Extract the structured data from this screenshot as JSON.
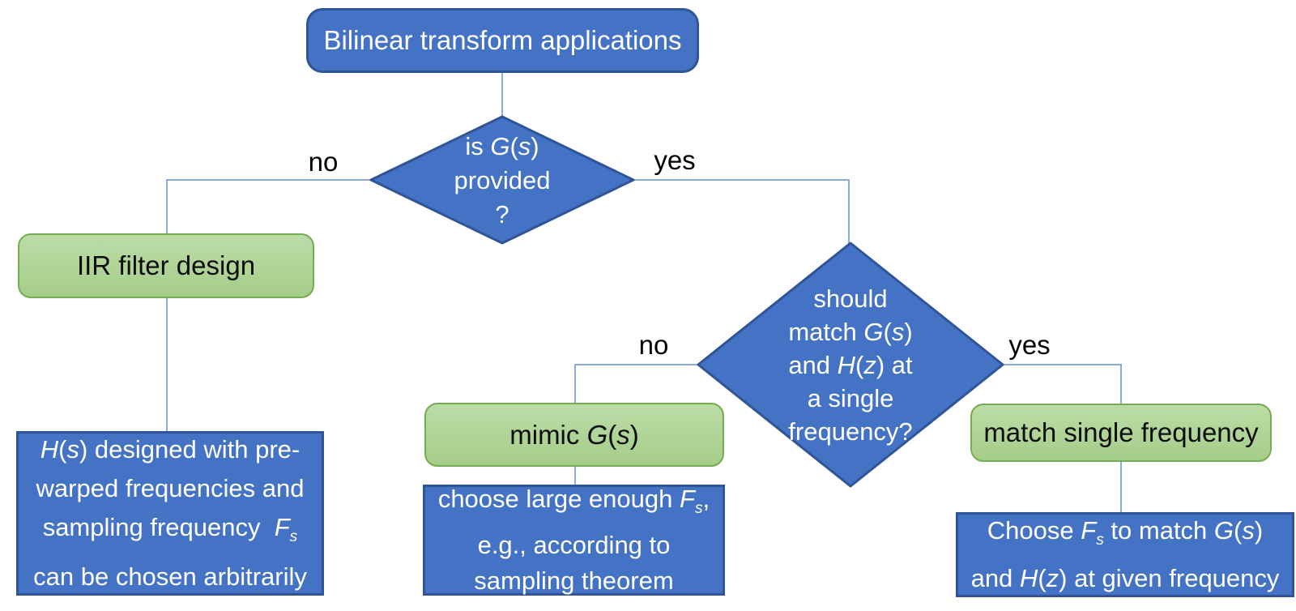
{
  "colors": {
    "background": "#FFFFFF",
    "node-blue": "#4472C4",
    "node-blue-border": "#2F5597",
    "green-light": "#BCDCA7",
    "green-dark": "#A5CD8A",
    "node-green-border": "#76AC51",
    "connector": "#8EA9DB",
    "text-on-blue": "#FFFFFF",
    "text-on-green": "#0D0D0D",
    "edge-label": "#000000"
  },
  "nodes": {
    "root": {
      "html": "Bilinear transform applications"
    },
    "decision1": {
      "html": "is <i>G</i>(<i>s</i>)<br>provided<br>?"
    },
    "iir": {
      "html": "IIR filter design"
    },
    "iir_detail": {
      "html": "<i>H</i>(<i>s</i>) designed with pre-<br>warped frequencies and<br>sampling frequency&nbsp; <i>F</i><sub><i>s</i></sub><br>can be chosen arbitrarily"
    },
    "decision2": {
      "html": "should<br>match <i>G</i>(<i>s</i>)<br>and <i>H</i>(<i>z</i>) at<br>a single<br>frequency?"
    },
    "mimic": {
      "html": "mimic <i>G</i>(<i>s</i>)"
    },
    "mimic_detail": {
      "html": "choose large enough <i>F</i><sub><i>s</i></sub>,<br>e.g., according to<br>sampling theorem"
    },
    "match": {
      "html": "match single frequency"
    },
    "match_detail": {
      "html": "Choose <i>F</i><sub><i>s</i></sub> to match <i>G</i>(<i>s</i>)<br>and <i>H</i>(<i>z</i>) at given frequency"
    }
  },
  "edge_labels": {
    "decision1_no": "no",
    "decision1_yes": "yes",
    "decision2_no": "no",
    "decision2_yes": "yes"
  }
}
